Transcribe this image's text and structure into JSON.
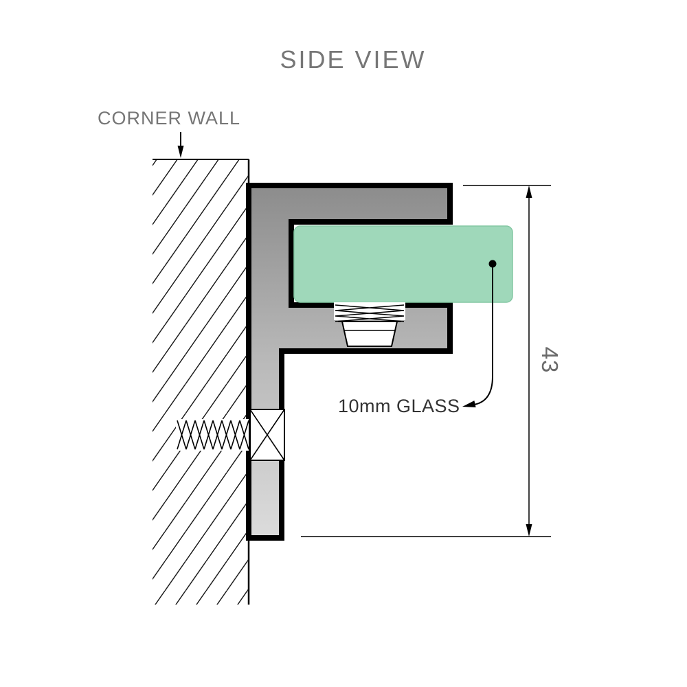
{
  "diagram": {
    "title": "SIDE VIEW",
    "corner_wall_label": "CORNER WALL",
    "glass_label": "10mm GLASS",
    "dimension_value": "43",
    "colors": {
      "glass_fill": "#9fd8ba",
      "glass_edge": "#84c7a3",
      "metal_dark": "#8c8c8c",
      "metal_mid": "#b9b9b9",
      "metal_light": "#dcdcdc",
      "outline": "#000000",
      "label_gray": "#767676",
      "dimension_gray": "#6a6a6a",
      "glass_label_color": "#333333"
    }
  }
}
